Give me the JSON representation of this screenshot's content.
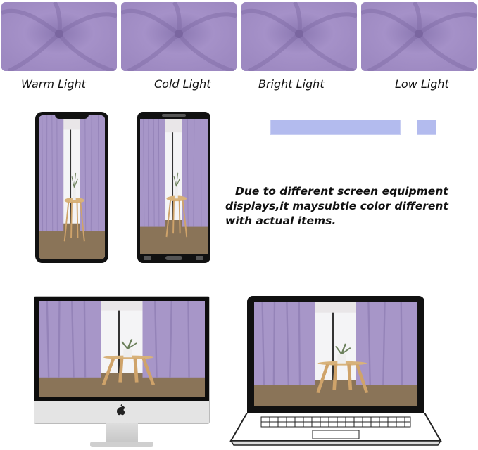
{
  "swatches": [
    {
      "label": "Warm Light"
    },
    {
      "label": "Cold Light"
    },
    {
      "label": "Bright Light"
    },
    {
      "label": "Low Light"
    }
  ],
  "note": {
    "line1": "Due to different screen equipment",
    "line2": "displays,it maysubtle color different",
    "line3": "with actual items."
  },
  "colors": {
    "fabric": "#a08ec3",
    "fabric_light": "#b6a6d6",
    "bar": "#b3bbee",
    "wood": "#d8b27a",
    "floor": "#8a7458"
  },
  "icons": [
    "apple-logo-icon"
  ]
}
